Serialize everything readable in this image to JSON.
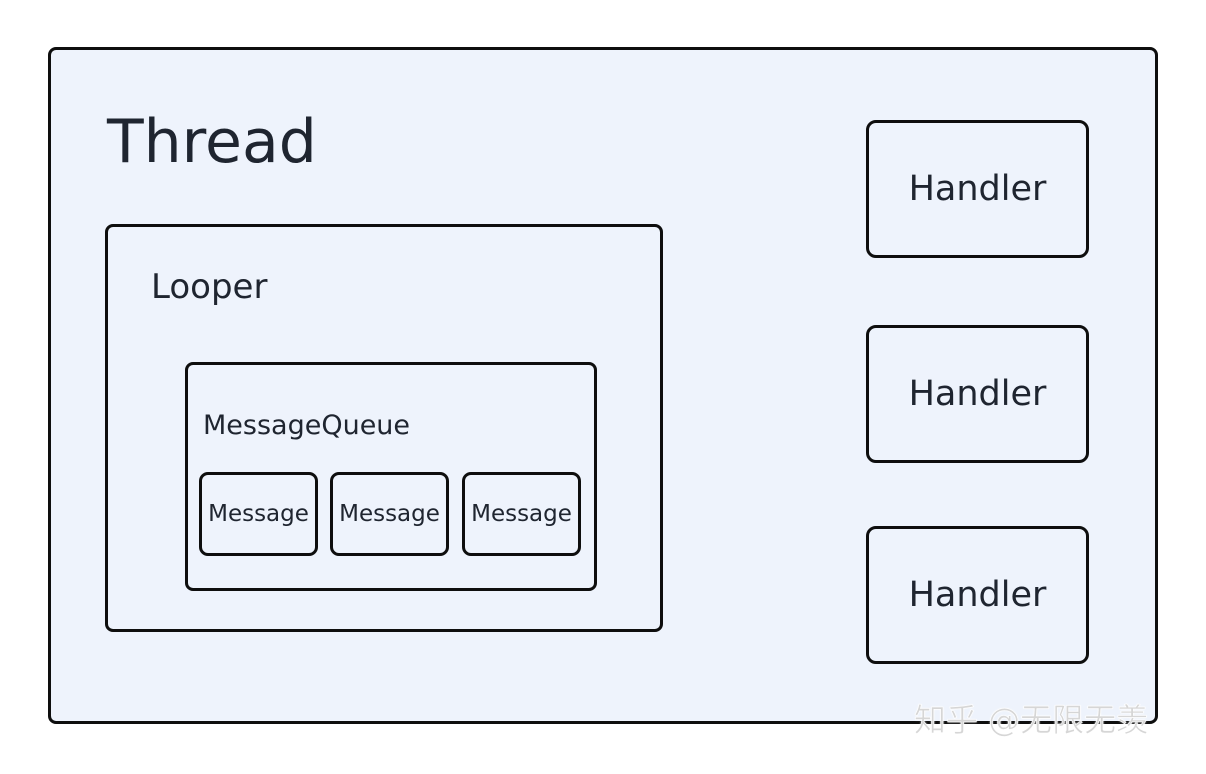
{
  "diagram": {
    "thread": {
      "label": "Thread"
    },
    "looper": {
      "label": "Looper"
    },
    "message_queue": {
      "label": "MessageQueue",
      "messages": [
        "Message",
        "Message",
        "Message"
      ]
    },
    "handlers": [
      "Handler",
      "Handler",
      "Handler"
    ]
  },
  "watermark": "知乎 @无限无羡",
  "colors": {
    "box_fill": "#eef3fc",
    "box_border": "#0e0e0e",
    "text": "#1f2530"
  }
}
